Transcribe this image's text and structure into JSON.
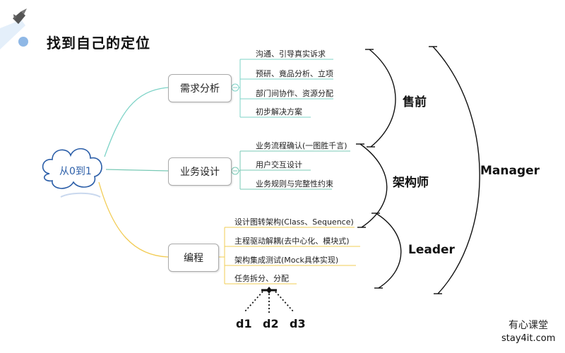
{
  "title": "找到自己的定位",
  "icons": [
    "rocket-icon",
    "bullet-dot"
  ],
  "colors": {
    "bullet": "#8fb8e6",
    "root_cloud": "#2b5ea8",
    "branch_1_line": "#7dd3c7",
    "branch_2_line": "#78c9b5",
    "branch_3_line": "#f2cc55"
  },
  "root": {
    "label": "从0到1"
  },
  "branches": [
    {
      "label": "需求分析",
      "items": [
        "沟通、引导真实诉求",
        "预研、竟品分析、立项",
        "部门间协作、资源分配",
        "初步解决方案"
      ]
    },
    {
      "label": "业务设计",
      "items": [
        "业务流程确认(一图胜千言)",
        "用户交互设计",
        "业务规则与完整性约束"
      ]
    },
    {
      "label": "编程",
      "items": [
        "设计图转架构(Class、Sequence)",
        "主程驱动解耦(去中心化、模块式)",
        "架构集成测试(Mock具体实现)",
        "任务拆分、分配"
      ]
    }
  ],
  "roles": {
    "presale": "售前",
    "architect": "架构师",
    "leader": "Leader",
    "manager": "Manager"
  },
  "dev_labels": [
    "d1",
    "d2",
    "d3"
  ],
  "brand": {
    "line1": "有心课堂",
    "line2": "stay4it.com"
  }
}
